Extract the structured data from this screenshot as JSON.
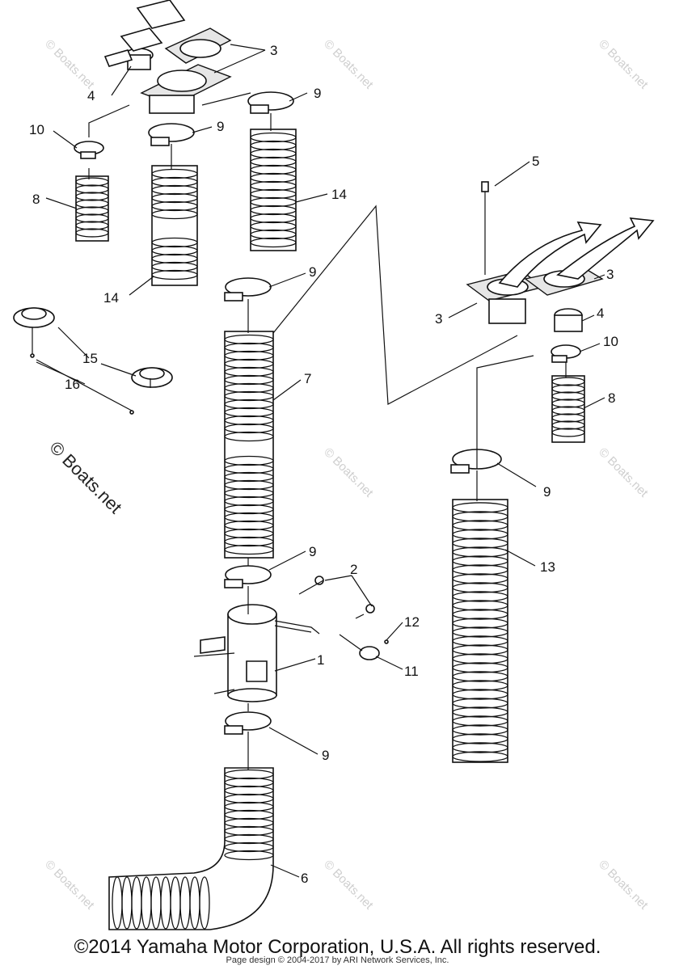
{
  "diagram": {
    "callouts": [
      {
        "id": "c1",
        "text": "1"
      },
      {
        "id": "c2",
        "text": "2"
      },
      {
        "id": "c3a",
        "text": "3"
      },
      {
        "id": "c3b",
        "text": "3"
      },
      {
        "id": "c3c",
        "text": "3"
      },
      {
        "id": "c4a",
        "text": "4"
      },
      {
        "id": "c4b",
        "text": "4"
      },
      {
        "id": "c5",
        "text": "5"
      },
      {
        "id": "c6",
        "text": "6"
      },
      {
        "id": "c7",
        "text": "7"
      },
      {
        "id": "c8a",
        "text": "8"
      },
      {
        "id": "c8b",
        "text": "8"
      },
      {
        "id": "c9a",
        "text": "9"
      },
      {
        "id": "c9b",
        "text": "9"
      },
      {
        "id": "c9c",
        "text": "9"
      },
      {
        "id": "c9d",
        "text": "9"
      },
      {
        "id": "c9e",
        "text": "9"
      },
      {
        "id": "c9f",
        "text": "9"
      },
      {
        "id": "c10a",
        "text": "10"
      },
      {
        "id": "c10b",
        "text": "10"
      },
      {
        "id": "c11",
        "text": "11"
      },
      {
        "id": "c12",
        "text": "12"
      },
      {
        "id": "c13",
        "text": "13"
      },
      {
        "id": "c14a",
        "text": "14"
      },
      {
        "id": "c14b",
        "text": "14"
      },
      {
        "id": "c15",
        "text": "15"
      },
      {
        "id": "c16",
        "text": "16"
      }
    ],
    "watermark_small": "© Boats.net",
    "watermark_large": "© Boats.net"
  },
  "footer": {
    "copyright": "©2014 Yamaha Motor Corporation, U.S.A. All rights reserved.",
    "credit": "Page design © 2004-2017 by ARI Network Services, Inc."
  }
}
